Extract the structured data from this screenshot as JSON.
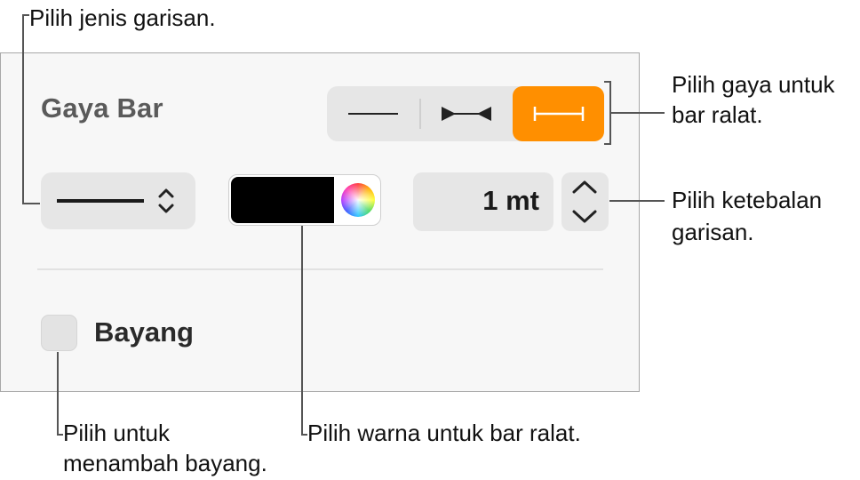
{
  "callouts": {
    "line_type": "Pilih jenis garisan.",
    "bar_style_1": "Pilih gaya untuk",
    "bar_style_2": "bar ralat.",
    "thickness_1": "Pilih ketebalan",
    "thickness_2": "garisan.",
    "shadow_1": "Pilih untuk",
    "shadow_2": "menambah bayang.",
    "color": "Pilih warna untuk bar ralat."
  },
  "panel": {
    "title": "Gaya Bar",
    "styles": [
      {
        "icon": "plain-line-icon",
        "active": false
      },
      {
        "icon": "arrowhead-line-icon",
        "active": false
      },
      {
        "icon": "end-cap-line-icon",
        "active": true
      }
    ],
    "accent_color": "#ff8f00",
    "line_color": "#000000",
    "thickness_value": "1 mt",
    "shadow_label": "Bayang",
    "shadow_checked": false
  }
}
